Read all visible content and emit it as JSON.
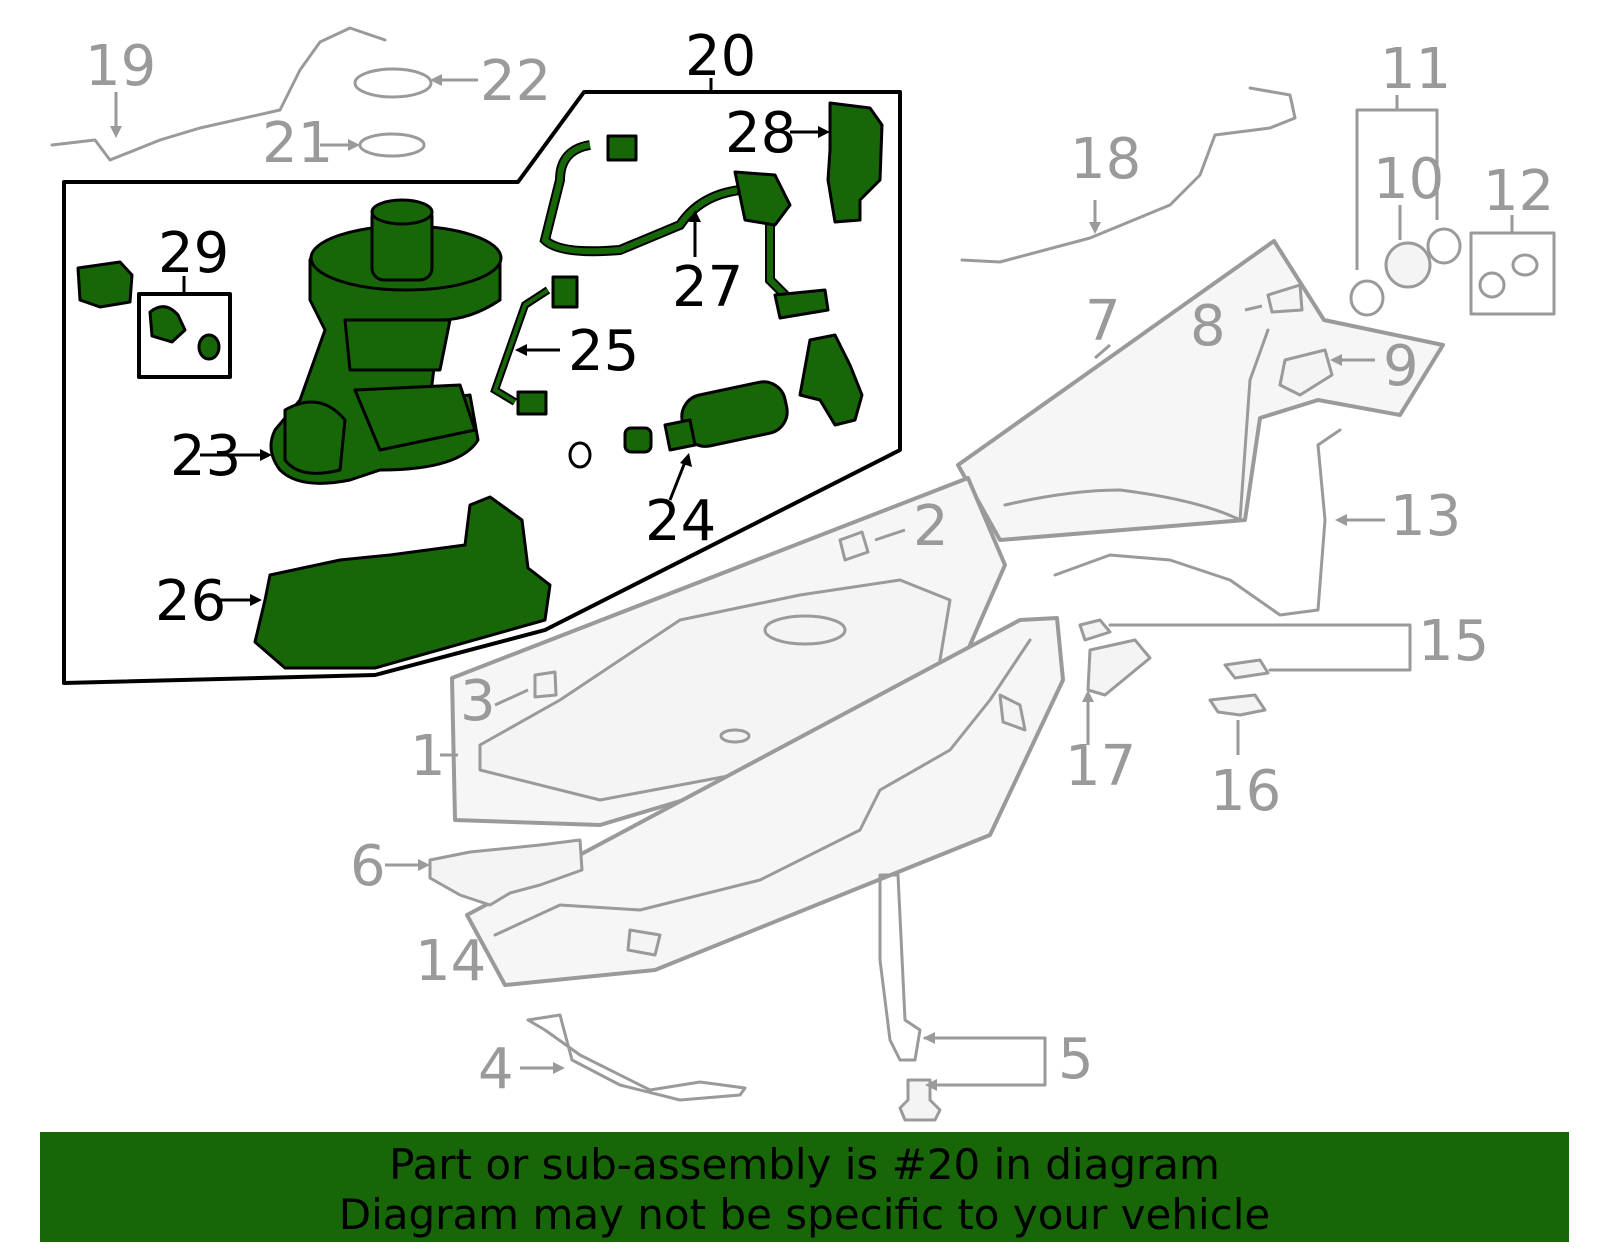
{
  "colors": {
    "highlight": "#176608",
    "muted_lines": "#9a9a9a",
    "outline": "#000000",
    "background": "#ffffff"
  },
  "callouts": {
    "c1": "1",
    "c2": "2",
    "c3": "3",
    "c4": "4",
    "c5": "5",
    "c6": "6",
    "c7": "7",
    "c8": "8",
    "c9": "9",
    "c10": "10",
    "c11": "11",
    "c12": "12",
    "c13": "13",
    "c14": "14",
    "c15": "15",
    "c16": "16",
    "c17": "17",
    "c18": "18",
    "c19": "19",
    "c20": "20",
    "c21": "21",
    "c22": "22",
    "c23": "23",
    "c24": "24",
    "c25": "25",
    "c26": "26",
    "c27": "27",
    "c28": "28",
    "c29": "29"
  },
  "highlighted_part": "20",
  "banner": {
    "line1": "Part or sub-assembly is #20 in diagram",
    "line2": "Diagram may not be specific to your vehicle"
  }
}
